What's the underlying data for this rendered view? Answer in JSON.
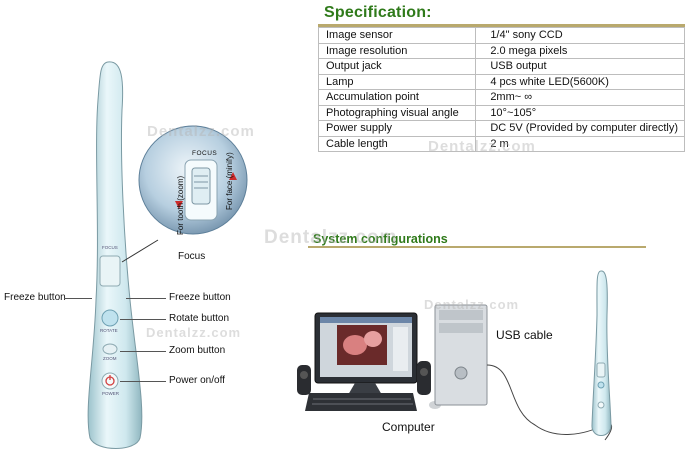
{
  "specification": {
    "title": "Specification:",
    "rows": [
      {
        "key": "Image sensor",
        "value": "1/4\" sony CCD"
      },
      {
        "key": "Image resolution",
        "value": "2.0 mega pixels"
      },
      {
        "key": "Output jack",
        "value": "USB output"
      },
      {
        "key": "Lamp",
        "value": "4 pcs white LED(5600K)"
      },
      {
        "key": "Accumulation point",
        "value": "2mm~ ∞"
      },
      {
        "key": "Photographing visual angle",
        "value": "10°~105°"
      },
      {
        "key": "Power supply",
        "value": "DC 5V (Provided by computer directly)"
      },
      {
        "key": "Cable length",
        "value": "2 m"
      }
    ]
  },
  "focus_detail": {
    "focus_label": "FOCUS",
    "tooth_label": "For tooth (zoom)",
    "face_label": "For face (minify)",
    "caption": "Focus"
  },
  "device_labels": {
    "freeze_left": "Freeze button",
    "freeze_right": "Freeze button",
    "rotate": "Rotate button",
    "zoom": "Zoom button",
    "power": "Power on/off",
    "small_focus": "FOCUS",
    "small_rotate": "ROTATE",
    "small_zoom": "ZOOM",
    "small_power": "POWER"
  },
  "system": {
    "title": "System configurations",
    "usb_label": "USB cable",
    "computer_label": "Computer"
  },
  "watermarks": [
    "Dentalzz.com",
    "Dentalzz.com",
    "Dentalzz.com",
    "Dentalzz.com",
    "Dentalzz.com"
  ],
  "colors": {
    "heading": "#2f7a1a",
    "rule": "#b9a96d",
    "device": "#d6eef3"
  }
}
